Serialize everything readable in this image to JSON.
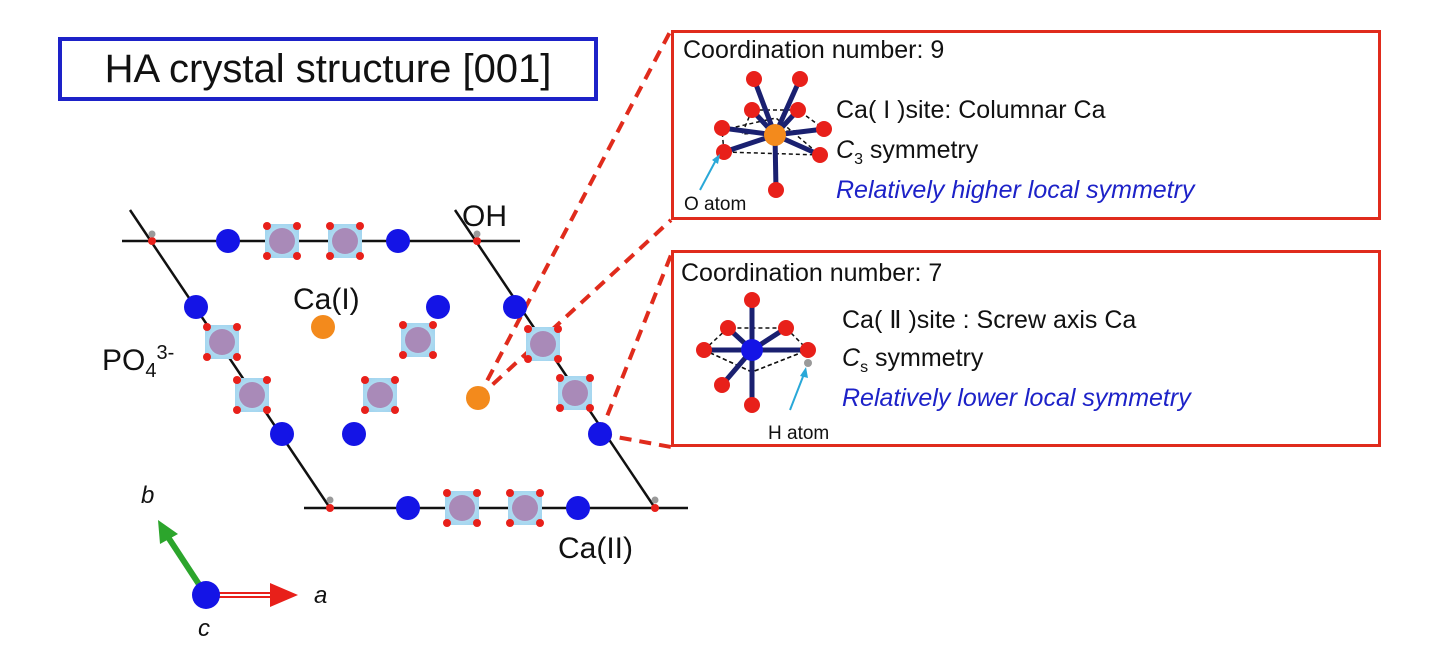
{
  "title": "HA crystal structure [001]",
  "labels": {
    "oh": "OH",
    "ca1": "Ca(I)",
    "ca2": "Ca(II)",
    "po4_base": "PO",
    "po4_sub": "4",
    "po4_sup": "3-"
  },
  "axes": {
    "a": "a",
    "b": "b",
    "c": "c"
  },
  "site1": {
    "coordination": "Coordination number: 9",
    "site": "Ca( I )site: Columnar Ca",
    "sym_letter": "C",
    "sym_sub": "3",
    "sym_text": " symmetry",
    "note": "Relatively higher local symmetry",
    "atom_label": "O atom"
  },
  "site2": {
    "coordination": "Coordination number: 7",
    "site": "Ca( Ⅱ )site : Screw axis Ca",
    "sym_letter": "C",
    "sym_sub": "s",
    "sym_text": " symmetry",
    "note": "Relatively lower local symmetry",
    "atom_label": "H atom"
  },
  "colors": {
    "ca2_atom": "#1414e6",
    "ca1_atom": "#f38a1c",
    "oxygen": "#e8201a",
    "phosphate_core": "#a98ab8",
    "phosphate_halo": "#9fd3ee",
    "hydrogen": "#9a9a9a",
    "frame_red": "#e02b1c",
    "title_blue": "#1d22c8",
    "bond": "#1a2070"
  }
}
